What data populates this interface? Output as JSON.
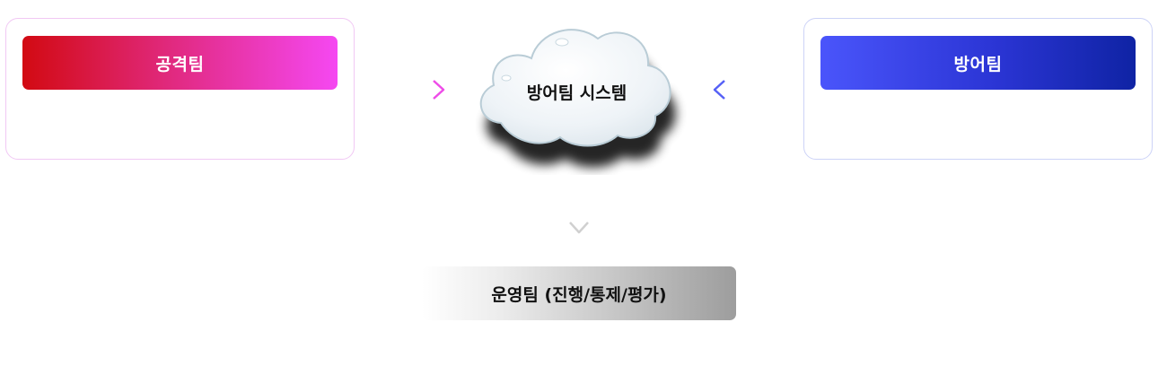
{
  "attack_team": {
    "label": "공격팀",
    "colors": [
      "#d20a12",
      "#f548f2"
    ]
  },
  "defense_team": {
    "label": "방어팀",
    "colors": [
      "#4a55fb",
      "#0f23a4"
    ]
  },
  "system": {
    "label": "방어팀 시스템"
  },
  "operations_team": {
    "label": "운영팀 (진행/통제/평가)"
  }
}
